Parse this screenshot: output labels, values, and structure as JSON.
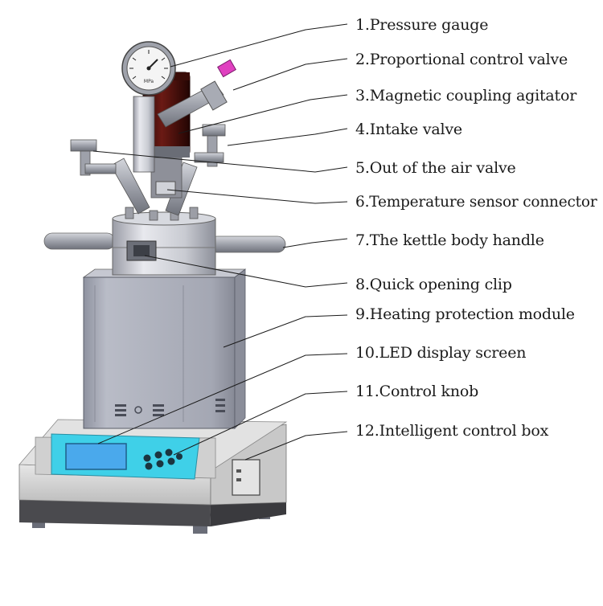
{
  "labels": [
    "1.Pressure gauge",
    "2.Proportional control valve",
    "3.Magnetic coupling agitator",
    "4.Intake valve",
    "5.Out of the air valve",
    "6.Temperature sensor connector",
    "7.The kettle body handle",
    "8.Quick opening clip",
    "9.Heating protection module",
    "10.LED display screen",
    "11.Control knob",
    "12.Intelligent control box"
  ],
  "gauge_text": "MPa",
  "colors": {
    "body_gray": "#a9acb8",
    "base_light": "#dcdcdc",
    "display_cyan": "#3fd0e8",
    "screen_blue": "#4aa9ec",
    "motor_red": "#5a1410",
    "valve_pink": "#e040c0"
  }
}
